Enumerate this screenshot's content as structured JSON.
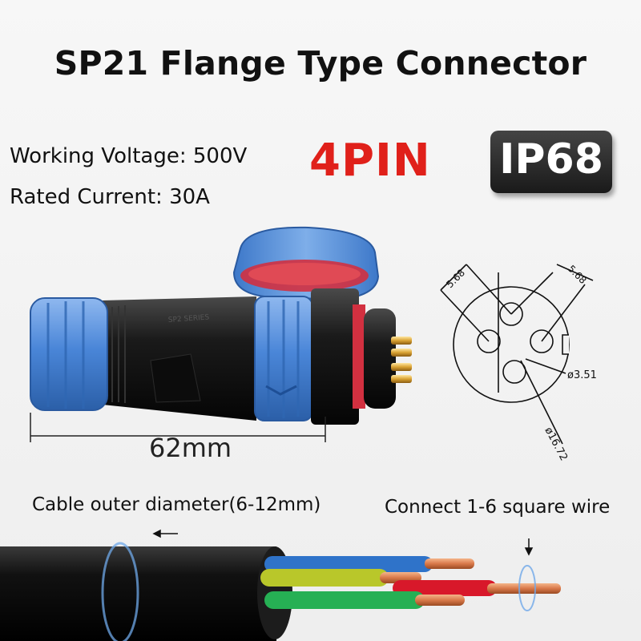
{
  "title": "SP21 Flange Type Connector",
  "specs": {
    "voltage": "Working Voltage: 500V",
    "current": "Rated Current: 30A"
  },
  "pin_count": "4PIN",
  "ip_rating": "IP68",
  "length_dimension": "62mm",
  "diagram": {
    "dim_left": "5.68",
    "dim_right": "5.68",
    "pin_diameter": "ø3.51",
    "outer_diameter": "ø16.72"
  },
  "cable": {
    "outer_diameter_label": "Cable outer diameter(6-12mm)",
    "wire_label": "Connect 1-6 square wire"
  },
  "colors": {
    "pin_text": "#e0201a",
    "connector_blue": "#4a86d8",
    "seal_red": "#d23040",
    "badge_bg": "#222222"
  }
}
